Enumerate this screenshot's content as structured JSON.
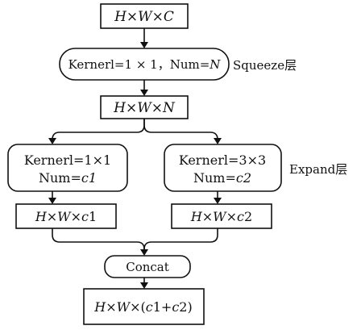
{
  "nodes": {
    "input": {
      "H": "H",
      "x1": "×",
      "W": "W",
      "x2": "×",
      "C": "C"
    },
    "squeeze": {
      "prefix": "Kernerl=1 × 1，Num=",
      "N": "N"
    },
    "squeeze_layer_label": "Squeeze层",
    "mid": {
      "H": "H",
      "x1": "×",
      "W": "W",
      "x2": "×",
      "N": "N"
    },
    "expand_left": {
      "line1": "Kernerl=1×1",
      "line2_prefix": "Num=",
      "line2_var": "c1"
    },
    "expand_right": {
      "line1": "Kernerl=3×3",
      "line2_prefix": "Num=",
      "line2_var": "c2"
    },
    "expand_layer_label": "Expand层",
    "out_left": {
      "H": "H",
      "x1": "×",
      "W": "W",
      "x2": "×",
      "c": "c",
      "n": "1"
    },
    "out_right": {
      "H": "H",
      "x1": "×",
      "W": "W",
      "x2": "×",
      "c": "c",
      "n": "2"
    },
    "concat": "Concat",
    "final": {
      "H": "H",
      "x1": "×",
      "W": "W",
      "x2": "×(",
      "c1": "c",
      "n1": "1",
      "plus": "+",
      "c2": "c",
      "n2": "2)"
    }
  }
}
